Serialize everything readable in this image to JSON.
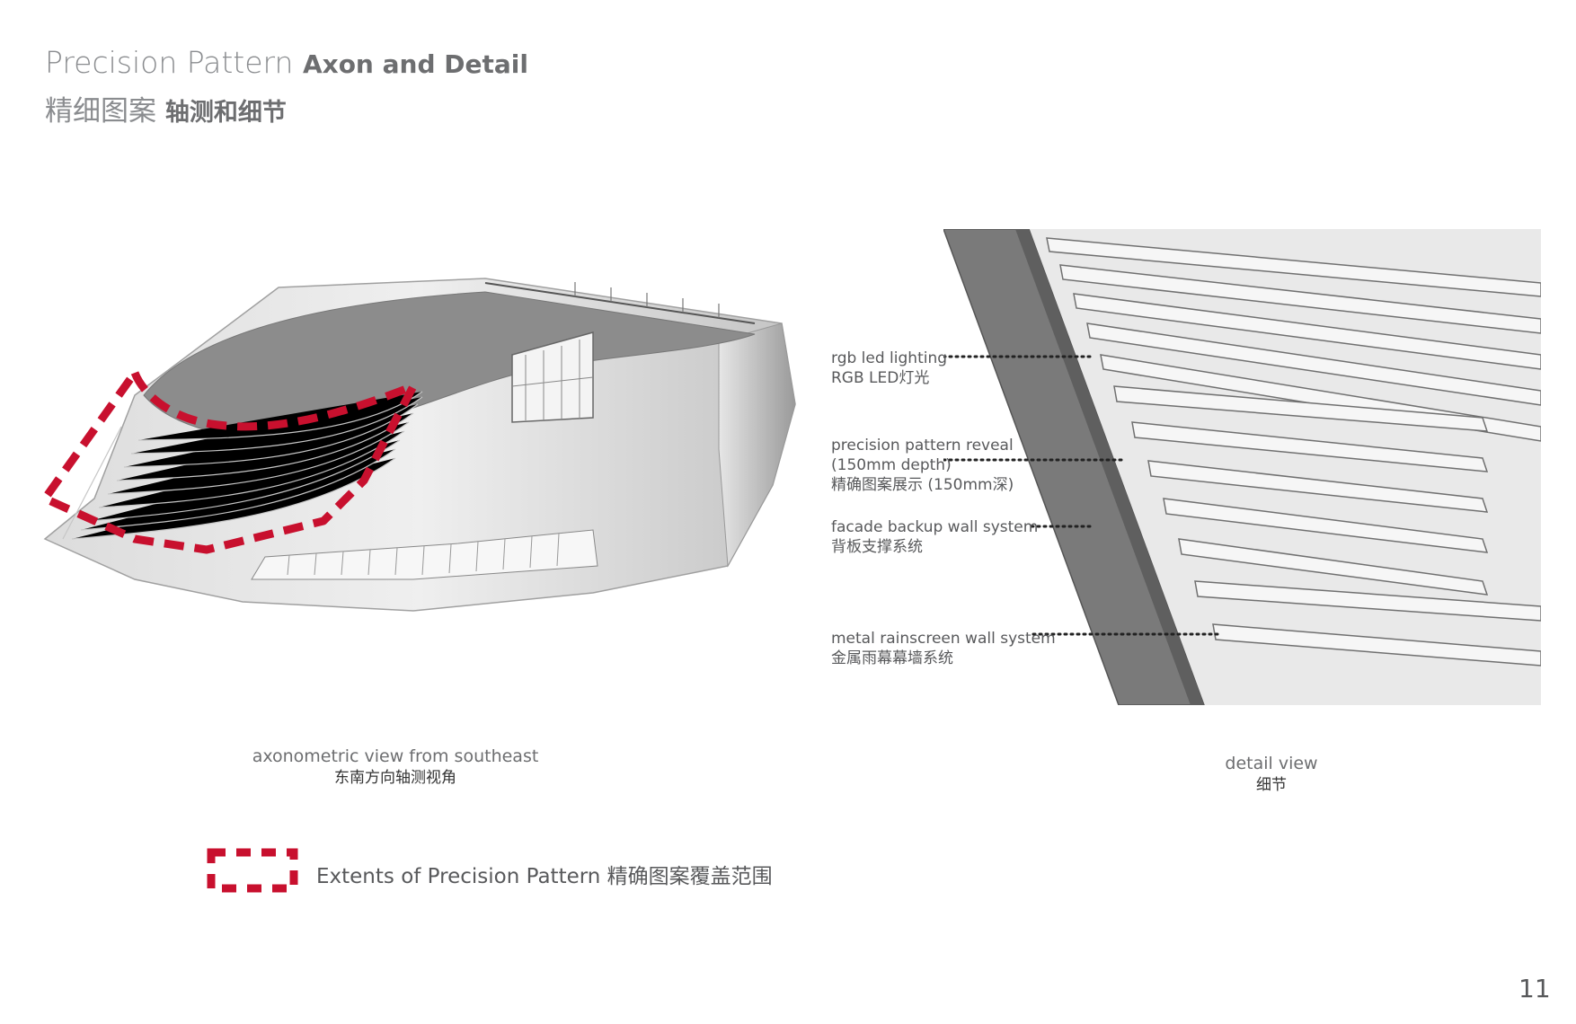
{
  "header": {
    "title_en_light": "Precision Pattern",
    "title_en_bold": "Axon and Detail",
    "title_cn_light": "精细图案",
    "title_cn_bold": "轴测和细节"
  },
  "axon": {
    "caption_en": "axonometric view from southeast",
    "caption_cn": "东南方向轴测视角"
  },
  "detail": {
    "caption_en": "detail view",
    "caption_cn": "细节",
    "labels": [
      {
        "en": "rgb led lighting",
        "cn": "RGB LED灯光"
      },
      {
        "en": "precision pattern reveal",
        "en2": "(150mm depth)",
        "cn": "精确图案展示 (150mm深)"
      },
      {
        "en": "facade backup wall system",
        "cn": "背板支撑系统"
      },
      {
        "en": "metal rainscreen wall system",
        "cn": "金属雨幕幕墙系统"
      }
    ]
  },
  "legend": {
    "text": "Extents of Precision Pattern 精确图案覆盖范围",
    "color": "#c8102e"
  },
  "page_number": "11"
}
